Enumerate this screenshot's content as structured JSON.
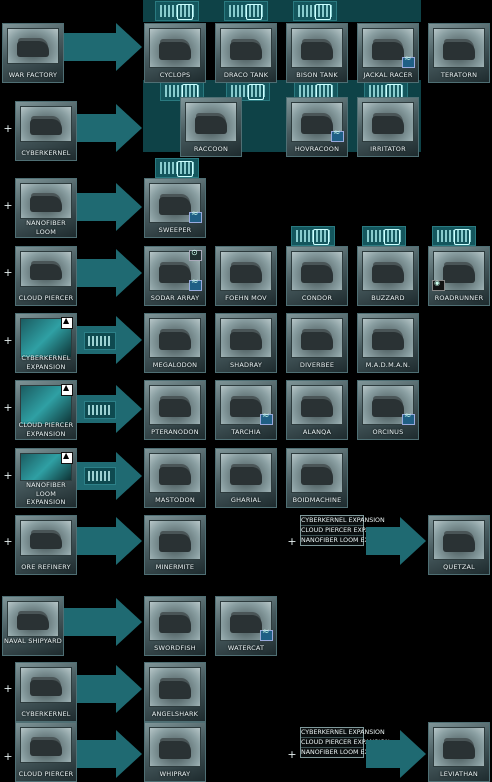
{
  "rows": [
    {
      "source": "WAR FACTORY",
      "units": [
        "CYCLOPS",
        "DRACO TANK",
        "BISON TANK",
        "JACKAL RACER",
        "TERATORN"
      ]
    },
    {
      "source": "CYBERKERNEL",
      "units": [
        "RACCOON",
        "HOVRACOON",
        "IRRITATOR"
      ]
    },
    {
      "source": "NANOFIBER LOOM",
      "units": [
        "SWEEPER"
      ]
    },
    {
      "source": "CLOUD PIERCER",
      "units": [
        "SODAR ARRAY",
        "FOEHN MOV",
        "CONDOR",
        "BUZZARD",
        "ROADRUNNER"
      ]
    },
    {
      "source": "CYBERKERNEL EXPANSION",
      "units": [
        "MEGALODON",
        "SHADRAY",
        "DIVERBEE",
        "M.A.D.M.A.N."
      ]
    },
    {
      "source": "CLOUD PIERCER EXPANSION",
      "units": [
        "PTERANODON",
        "TARCHIA",
        "ALANQA",
        "ORCINUS"
      ]
    },
    {
      "source": "NANOFIBER LOOM EXPANSION",
      "units": [
        "MASTODON",
        "GHARIAL",
        "BOIDMACHINE"
      ]
    },
    {
      "source": "ORE REFINERY",
      "units": [
        "MINERMITE"
      ],
      "requires": [
        "CYBERKERNEL EXPANSION",
        "CLOUD PIERCER EXPANSION",
        "NANOFIBER LOOM EXPANSION"
      ],
      "special": "QUETZAL"
    },
    {
      "source": "NAVAL SHIPYARD",
      "units": [
        "SWORDFISH",
        "WATERCAT"
      ]
    },
    {
      "source": "CYBERKERNEL",
      "units": [
        "ANGELSHARK"
      ]
    },
    {
      "source": "CLOUD PIERCER",
      "units": [
        "WHIPRAY"
      ],
      "requires": [
        "CYBERKERNEL EXPANSION",
        "CLOUD PIERCER EXPANSION",
        "NANOFIBER LOOM EXPANSION"
      ],
      "special": "LEVIATHAN"
    }
  ],
  "plus_symbol": "+",
  "colors": {
    "arrow": "#1f6a72",
    "background": "#000000",
    "panel": "#0e4247"
  }
}
